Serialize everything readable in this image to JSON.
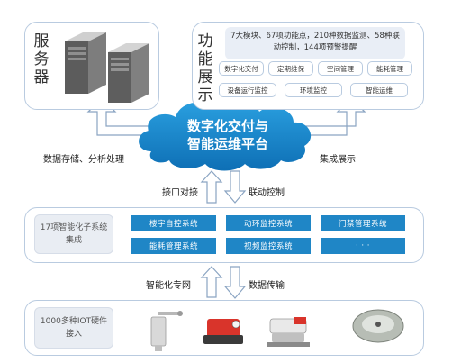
{
  "server_panel": {
    "title": "服务器"
  },
  "function_panel": {
    "title": "功能展示",
    "summary": "7大模块、67项功能点，210种数据监测、58种联动控制，144项预警提醒",
    "row1": [
      "数字化交付",
      "定期维保",
      "空间管理",
      "能耗管理"
    ],
    "row2": [
      "设备运行监控",
      "环境监控",
      "智能运维"
    ]
  },
  "platform": {
    "line1": "数字化交付与",
    "line2": "智能运维平台"
  },
  "labels": {
    "left": "数据存储、分析处理",
    "right": "集成展示",
    "iface": "接口对接",
    "linkage": "联动控制",
    "network": "智能化专网",
    "transfer": "数据传输"
  },
  "subsystems_panel": {
    "summary": "17项智能化子系统集成",
    "systems": [
      "楼宇自控系统",
      "动环监控系统",
      "门禁管理系统",
      "能耗管理系统",
      "视频监控系统",
      "· · ·"
    ]
  },
  "devices_panel": {
    "summary": "1000多种IOT硬件接入",
    "devices": [
      "sensor-probe",
      "red-actuator",
      "valve-actuator",
      "round-meter"
    ]
  },
  "colors": {
    "accent_blue": "#1f86c6",
    "panel_border": "#b9cbe0",
    "arrow_fill": "#ffffff"
  }
}
